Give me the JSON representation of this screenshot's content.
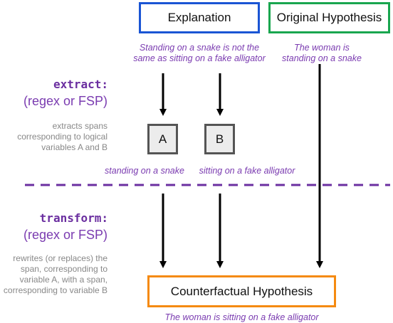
{
  "explanation": {
    "label": "Explanation",
    "text_line1": "Standing on a snake is not the",
    "text_line2": "same as sitting on a fake alligator"
  },
  "original_hypothesis": {
    "label": "Original Hypothesis",
    "text_line1": "The woman is",
    "text_line2": "standing on a snake"
  },
  "extract_step": {
    "code": "extract:",
    "sub": "(regex or FSP)",
    "desc_line1": "extracts spans",
    "desc_line2": "corresponding to logical",
    "desc_line3": "variables A and B"
  },
  "variables": {
    "a": {
      "label": "A",
      "span": "standing on a snake"
    },
    "b": {
      "label": "B",
      "span": "sitting on a fake alligator"
    }
  },
  "transform_step": {
    "code": "transform:",
    "sub": "(regex or FSP)",
    "desc_line1": "rewrites (or replaces) the",
    "desc_line2": "span, corresponding to",
    "desc_line3": "variable A, with a span,",
    "desc_line4": "corresponding to variable B"
  },
  "counterfactual": {
    "label": "Counterfactual Hypothesis",
    "text": "The woman is sitting on a fake alligator"
  },
  "colors": {
    "explanation_border": "#1a55d4",
    "original_border": "#19a64f",
    "counterfactual_border": "#f58a10",
    "variable_border": "#555555",
    "variable_fill": "#ececec",
    "accent_purple": "#6b2fa0",
    "divider": "#6b2fa0"
  }
}
